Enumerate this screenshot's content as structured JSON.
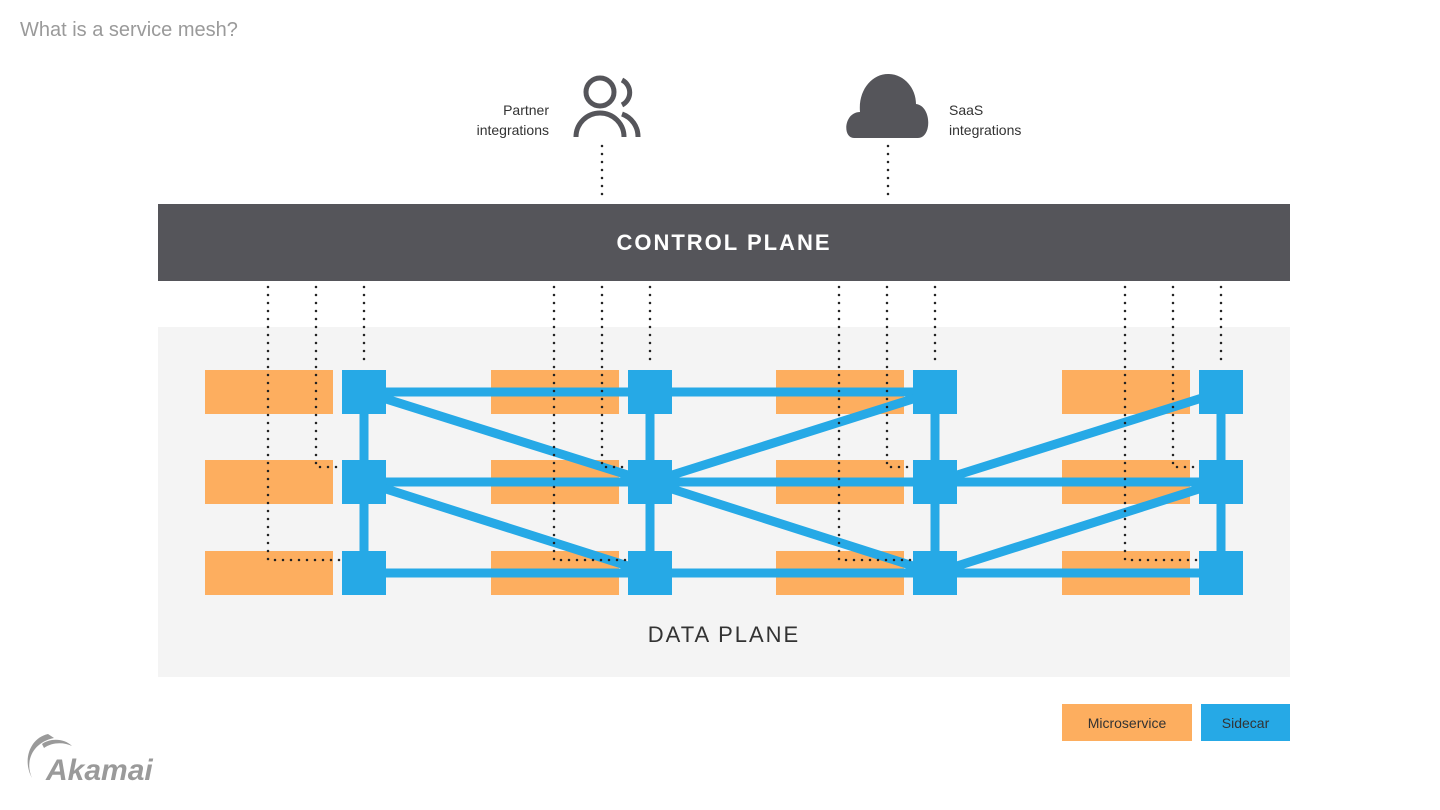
{
  "page_title": "What is a service mesh?",
  "integrations": {
    "partner": {
      "label_line1": "Partner",
      "label_line2": "integrations",
      "icon": "users-icon"
    },
    "saas": {
      "label_line1": "SaaS",
      "label_line2": "integrations",
      "icon": "cloud-icon"
    }
  },
  "control_plane": {
    "label": "CONTROL PLANE"
  },
  "data_plane": {
    "label": "DATA PLANE",
    "columns": 4,
    "rows": 3,
    "mesh_links": [
      [
        "c0r0",
        "c1r0"
      ],
      [
        "c0r0",
        "c1r1"
      ],
      [
        "c0r1",
        "c1r1"
      ],
      [
        "c0r1",
        "c1r2"
      ],
      [
        "c0r2",
        "c1r2"
      ],
      [
        "c1r0",
        "c2r0"
      ],
      [
        "c1r1",
        "c2r0"
      ],
      [
        "c1r1",
        "c2r1"
      ],
      [
        "c1r1",
        "c2r2"
      ],
      [
        "c1r2",
        "c2r2"
      ],
      [
        "c2r1",
        "c3r0"
      ],
      [
        "c2r1",
        "c3r1"
      ],
      [
        "c2r2",
        "c3r1"
      ],
      [
        "c2r2",
        "c3r2"
      ],
      [
        "c0r0",
        "c0r1"
      ],
      [
        "c0r1",
        "c0r2"
      ],
      [
        "c1r0",
        "c1r1"
      ],
      [
        "c1r1",
        "c1r2"
      ],
      [
        "c2r0",
        "c2r1"
      ],
      [
        "c2r1",
        "c2r2"
      ],
      [
        "c3r0",
        "c3r1"
      ],
      [
        "c3r1",
        "c3r2"
      ]
    ]
  },
  "legend": [
    {
      "label": "Microservice",
      "color": "#fdae5f"
    },
    {
      "label": "Sidecar",
      "color": "#26a9e6"
    }
  ],
  "colors": {
    "microservice": "#fdae5f",
    "sidecar": "#26a9e6",
    "control_plane": "#55555a",
    "data_plane_bg": "#f4f4f4",
    "icon": "#55555a"
  },
  "logo": {
    "text": "Akamai"
  }
}
